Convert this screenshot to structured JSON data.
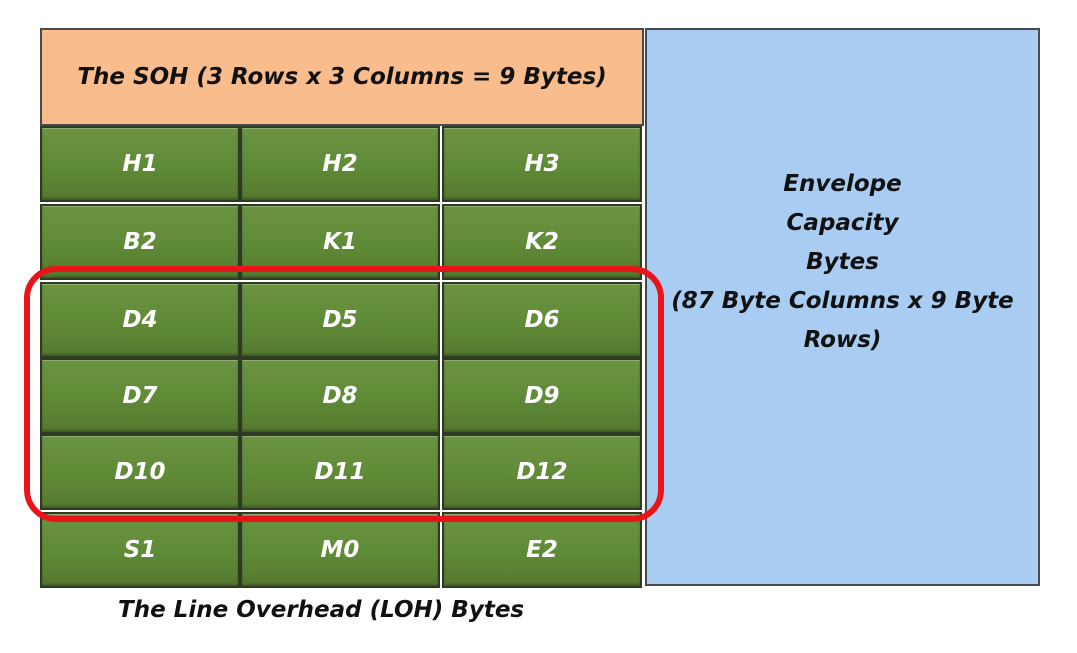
{
  "soh_header": "The SOH (3 Rows x 3 Columns = 9 Bytes)",
  "envelope": {
    "lines": [
      "Envelope",
      "Capacity",
      "Bytes",
      "(87 Byte Columns x 9 Byte",
      "Rows)"
    ]
  },
  "grid": {
    "rows": [
      [
        "H1",
        "H2",
        "H3"
      ],
      [
        "B2",
        "K1",
        "K2"
      ],
      [
        "D4",
        "D5",
        "D6"
      ],
      [
        "D7",
        "D8",
        "D9"
      ],
      [
        "D10",
        "D11",
        "D12"
      ],
      [
        "S1",
        "M0",
        "E2"
      ]
    ]
  },
  "caption": "The Line Overhead (LOH) Bytes",
  "colors": {
    "soh_fill": "#f8bc8d",
    "envelope_fill": "#a9cdf2",
    "cell_fill": "#5f8a36",
    "highlight_outline": "#e8141a"
  }
}
